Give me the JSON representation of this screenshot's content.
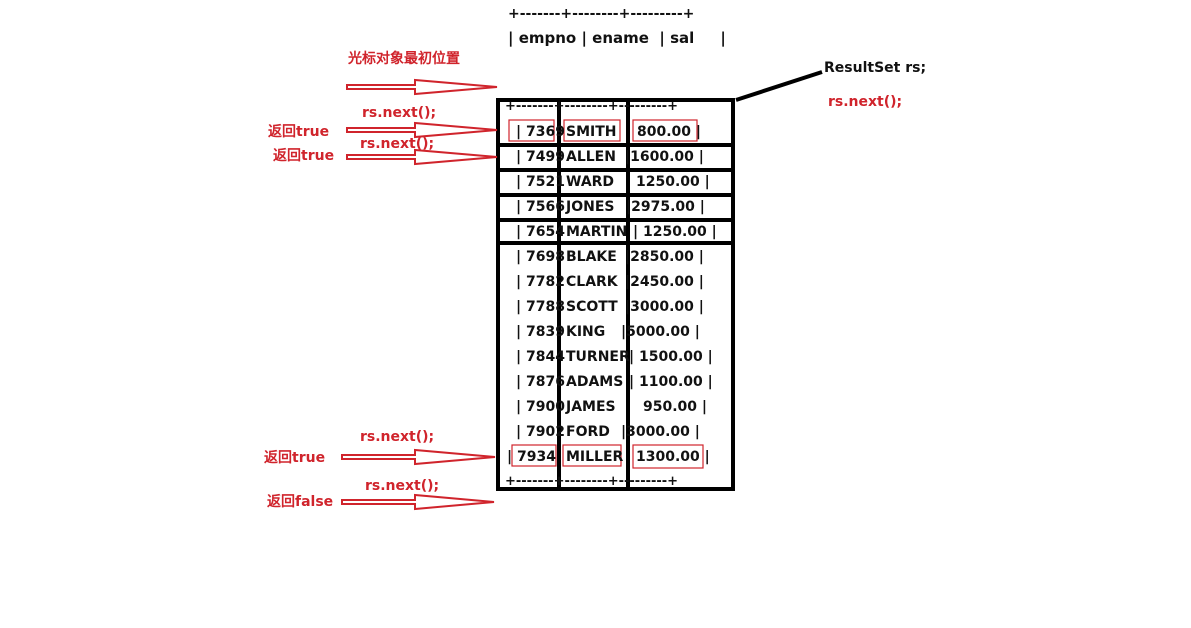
{
  "header": {
    "border": "+-------+--------+---------+",
    "columns": "| empno | ename  | sal     |"
  },
  "result_set": {
    "label": "ResultSet rs;",
    "next_label": "rs.next();",
    "top_border": "+-------+--------+---------+",
    "bottom_border": "+-------+--------+---------+",
    "rows": [
      {
        "empno": "| 7369",
        "ename": "SMITH",
        "sal": "800.00 |"
      },
      {
        "empno": "| 7499",
        "ename": "ALLEN",
        "sal": "|1600.00 |"
      },
      {
        "empno": "| 7521",
        "ename": "WARD",
        "sal": "1250.00 |"
      },
      {
        "empno": "| 7566",
        "ename": "JONES",
        "sal": "|2975.00 |"
      },
      {
        "empno": "| 7654",
        "ename": "MARTIN",
        "sal": "| 1250.00 |"
      },
      {
        "empno": "| 7698",
        "ename": "BLAKE",
        "sal": "|2850.00 |"
      },
      {
        "empno": "| 7782",
        "ename": "CLARK",
        "sal": "|2450.00 |"
      },
      {
        "empno": "| 7788",
        "ename": "SCOTT",
        "sal": "|3000.00 |"
      },
      {
        "empno": "| 7839",
        "ename": "KING",
        "sal": "|5000.00 |"
      },
      {
        "empno": "| 7844",
        "ename": "TURNER",
        "sal": "| 1500.00 |"
      },
      {
        "empno": "| 7876",
        "ename": "ADAMS",
        "sal": "| 1100.00 |"
      },
      {
        "empno": "| 7900",
        "ename": "JAMES",
        "sal": "950.00 |"
      },
      {
        "empno": "| 7902",
        "ename": "FORD",
        "sal": "|3000.00 |"
      },
      {
        "empno": "| 7934",
        "ename": "MILLER",
        "sal": "1300.00 |"
      }
    ]
  },
  "annotations": {
    "cursor_initial": "光标对象最初位置",
    "call_1": "rs.next();",
    "return_1": "返回true",
    "call_2": "rs.next();",
    "return_2": "返回true",
    "call_3": "rs.next();",
    "return_3": "返回true",
    "call_4": "rs.next();",
    "return_4": "返回false"
  },
  "colors": {
    "annotation": "#d0242c",
    "text": "#111111",
    "frame": "#000000"
  }
}
